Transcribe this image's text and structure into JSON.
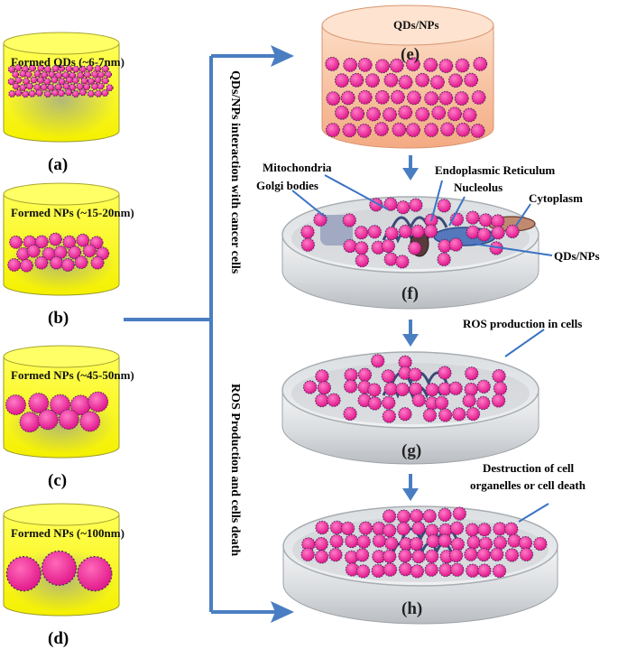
{
  "cans": [
    {
      "id": "a",
      "title": "Formed   QDs (~6-7nm)",
      "letter": "(a)"
    },
    {
      "id": "b",
      "title": "Formed   NPs (~15-20nm)",
      "letter": "(b)"
    },
    {
      "id": "c",
      "title": "Formed   NPs (~45-50nm)",
      "letter": "(c)"
    },
    {
      "id": "d",
      "title": "Formed   NPs (~100nm)",
      "letter": "(d)"
    }
  ],
  "side_text": {
    "upper": "QDs/NPs interaction with cancer cells",
    "lower": "ROS Production  and cells death"
  },
  "cylinder": {
    "title": "QDs/NPs",
    "letter": "(e)"
  },
  "dishes": [
    {
      "id": "f",
      "letter": "(f)"
    },
    {
      "id": "g",
      "letter": "(g)"
    },
    {
      "id": "h",
      "letter": "(h)"
    }
  ],
  "annotations": {
    "mitochondria": "Mitochondria",
    "golgi": "Golgi bodies",
    "er": "Endoplasmic  Reticulum",
    "nucleolus": "Nucleolus",
    "cytoplasm": "Cytoplasm",
    "qds": "QDs/NPs",
    "ros": "ROS production  in cells",
    "destruction_1": "Destruction of  cell",
    "destruction_2": "organelles or cell death"
  },
  "colors": {
    "particle": "#ee2e9c",
    "can_yellow": "#ffff3a",
    "arrow_blue": "#4a7ec2",
    "cylinder_peach": "#f9c9a8"
  }
}
